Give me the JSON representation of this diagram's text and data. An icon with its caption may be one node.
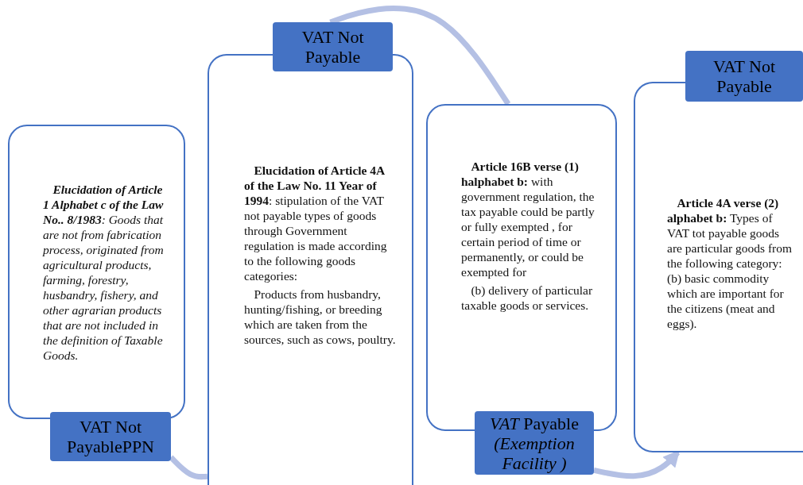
{
  "diagram": {
    "nodes": [
      {
        "text": [
          "**Elucidation of Article 1 Alphabet c of the Law No.. 8/1983**: Goods that are not from fabrication process, originated from agricultural products, farming, forestry, husbandry, fishery, and other agrarian products that are not included in the definition of Taxable Goods."
        ]
      },
      {
        "text": [
          "VAT Not PayablePPN"
        ]
      },
      {
        "text": [
          "**Elucidation of Article 4A  of the Law No. 11 Year of 1994**: stipulation of the  VAT not payable types of goods  through Government regulation is made according to the following  goods categories:",
          "Products from husbandry, hunting/fishing, or breeding which are taken from the sources, such as cows, poultry."
        ]
      },
      {
        "text": [
          "VAT Not Payable"
        ]
      },
      {
        "text": [
          "**Article 16B verse (1) halphabet b:** with government regulation, the tax payable could be partly or fully exempted , for certain period of time or permanently, or could be exempted for",
          "(b) delivery of particular taxable goods or services."
        ]
      },
      {
        "text": [
          "*VAT* Payable *(Exemption Facility )*"
        ]
      },
      {
        "text": [
          "**Article 4A verse (2) alphabet b:** Types of VAT tot payable goods are particular goods from the following category: (b) basic commodity which are important for the citizens (meat and eggs)."
        ]
      },
      {
        "text": [
          "VAT Not Payable"
        ]
      }
    ],
    "edges": [
      {
        "from": 1,
        "to": 2,
        "arrow": "none"
      },
      {
        "from": 3,
        "to": 4,
        "arrow": "none"
      },
      {
        "from": 5,
        "to": 6,
        "arrow": "to"
      }
    ]
  }
}
